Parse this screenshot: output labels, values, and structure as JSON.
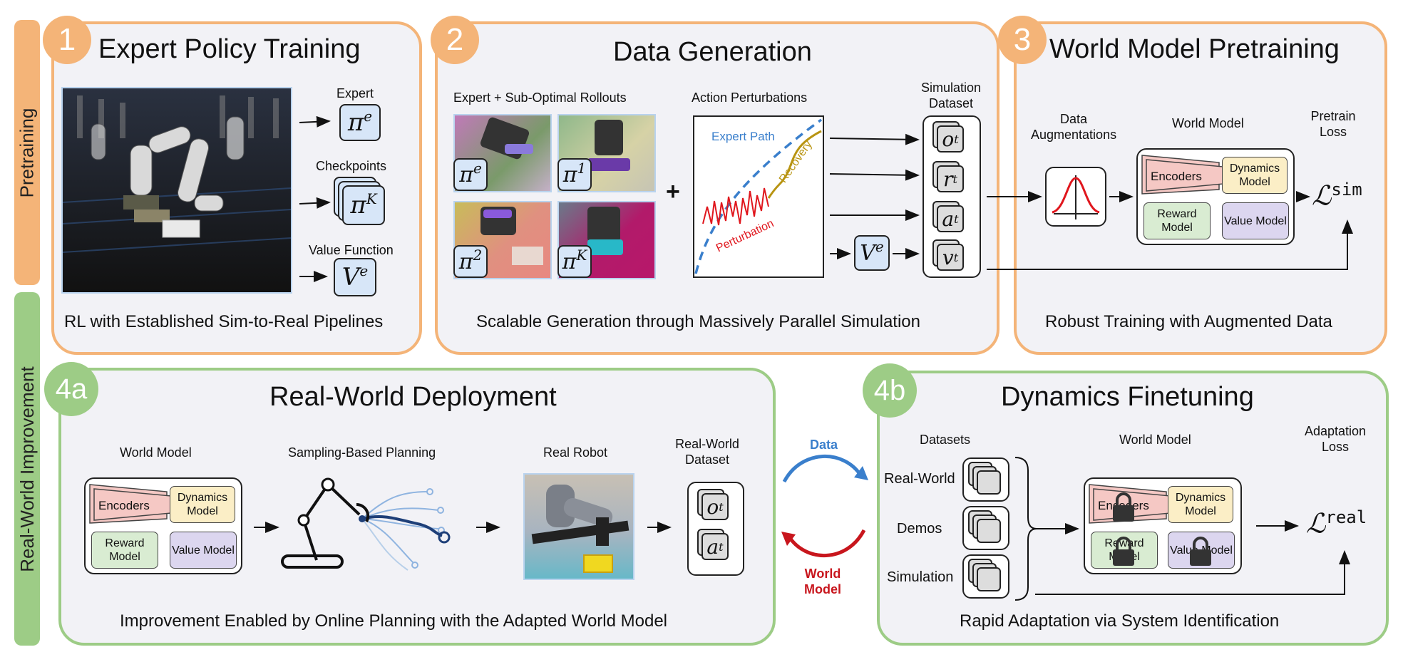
{
  "side_tabs": {
    "pretraining": "Pretraining",
    "real_world_improvement": "Real-World Improvement"
  },
  "panel1": {
    "badge": "1",
    "title": "Expert Policy Training",
    "caption": "RL with Established Sim-to-Real Pipelines",
    "expert_label": "Expert",
    "expert_symbol": "π",
    "expert_sup": "e",
    "checkpoints_label": "Checkpoints",
    "checkpoints_symbol": "π",
    "checkpoints_sup": "K",
    "value_label": "Value Function",
    "value_symbol": "V",
    "value_sup": "e"
  },
  "panel2": {
    "badge": "2",
    "title": "Data Generation",
    "caption": "Scalable Generation through Massively Parallel Simulation",
    "rollouts_label": "Expert + Sub-Optimal Rollouts",
    "perturb_label": "Action Perturbations",
    "plus": "+",
    "rollout_syms": [
      {
        "sym": "π",
        "sup": "e"
      },
      {
        "sym": "π",
        "sup": "1"
      },
      {
        "sym": "π",
        "sup": "2"
      },
      {
        "sym": "π",
        "sup": "K"
      }
    ],
    "expert_path": "Expert Path",
    "recovery": "Recovery",
    "perturbation": "Perturbation",
    "v_symbol": "V",
    "v_sup": "e",
    "sim_dataset_line1": "Simulation",
    "sim_dataset_line2": "Dataset",
    "dataset_items": [
      {
        "sym": "o",
        "sub": "t"
      },
      {
        "sym": "r",
        "sub": "t"
      },
      {
        "sym": "a",
        "sub": "t"
      },
      {
        "sym": "v",
        "sub": "t"
      }
    ]
  },
  "panel3": {
    "badge": "3",
    "title": "World Model Pretraining",
    "caption": "Robust Training with Augmented Data",
    "augment_line1": "Data",
    "augment_line2": "Augmentations",
    "world_model": "World Model",
    "loss_line1": "Pretrain",
    "loss_line2": "Loss",
    "encoders": "Encoders",
    "dynamics_model": "Dynamics Model",
    "reward_model": "Reward Model",
    "value_model": "Value Model",
    "loss_symbol": "ℒ",
    "loss_sup": "sim"
  },
  "panel4a": {
    "badge": "4a",
    "title": "Real-World Deployment",
    "caption": "Improvement Enabled by Online Planning with the Adapted World Model",
    "world_model": "World Model",
    "planning": "Sampling-Based Planning",
    "real_robot": "Real Robot",
    "dataset_line1": "Real-",
    "dataset_line2": "World",
    "dataset_line3": "Dataset",
    "encoders": "Encoders",
    "dynamics_model": "Dynamics Model",
    "reward_model": "Reward Model",
    "value_model": "Value Model",
    "dataset_items": [
      {
        "sym": "o",
        "sub": "t"
      },
      {
        "sym": "a",
        "sub": "t"
      }
    ]
  },
  "connector": {
    "data": "Data",
    "world_model_line1": "World",
    "world_model_line2": "Model",
    "data_color": "#3a7fcc",
    "world_model_color": "#c8161d"
  },
  "panel4b": {
    "badge": "4b",
    "title": "Dynamics Finetuning",
    "caption": "Rapid Adaptation via System Identification",
    "datasets": "Datasets",
    "world_model": "World Model",
    "loss_line1": "Adaptation",
    "loss_line2": "Loss",
    "sources": [
      "Real-World",
      "Demos",
      "Simulation"
    ],
    "encoders": "Encoders",
    "dynamics_model": "Dynamics Model",
    "reward_model": "Reward Model",
    "value_model": "Value Model",
    "loss_symbol": "ℒ",
    "loss_sup": "real"
  },
  "colors": {
    "orange": "#f4b478",
    "green": "#9dcc86",
    "panel_bg": "#f2f2f6",
    "symbol_bg": "#d7e6f8",
    "expert_path": "#3a7fcc",
    "perturbation": "#e0161d",
    "recovery": "#b89412"
  }
}
